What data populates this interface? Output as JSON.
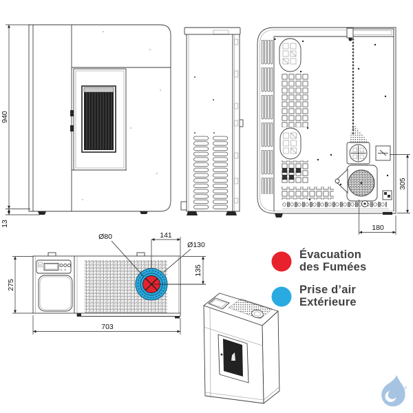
{
  "dimensions": {
    "height": "940",
    "base_height": "13",
    "rear_fan_axis_height": "305",
    "rear_fan_offset": "180",
    "flue_diameter": "Ø80",
    "flue_offset_right": "141",
    "air_intake_diameter": "Ø130",
    "flue_offset_front": "135",
    "depth": "275",
    "width": "703"
  },
  "legend": {
    "items": [
      {
        "id": "evacuation-fumees",
        "color": "#E8222D",
        "line1": "Évacuation",
        "line2": "des Fumées"
      },
      {
        "id": "prise-air-exterieure",
        "color": "#29ABE2",
        "line1": "Prise d’air",
        "line2": "Extérieure"
      }
    ]
  },
  "ports": {
    "smoke_color": "#E8222D",
    "air_color": "#2BA9DF"
  },
  "branding": {
    "logo_color": "#A6C4E2",
    "registered_mark": "®"
  }
}
